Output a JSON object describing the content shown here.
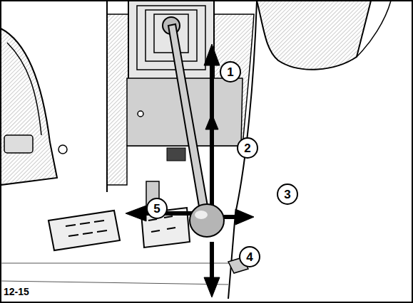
{
  "diagram": {
    "labels": [
      "1",
      "2",
      "3",
      "4",
      "5",
      "12-15"
    ]
  }
}
